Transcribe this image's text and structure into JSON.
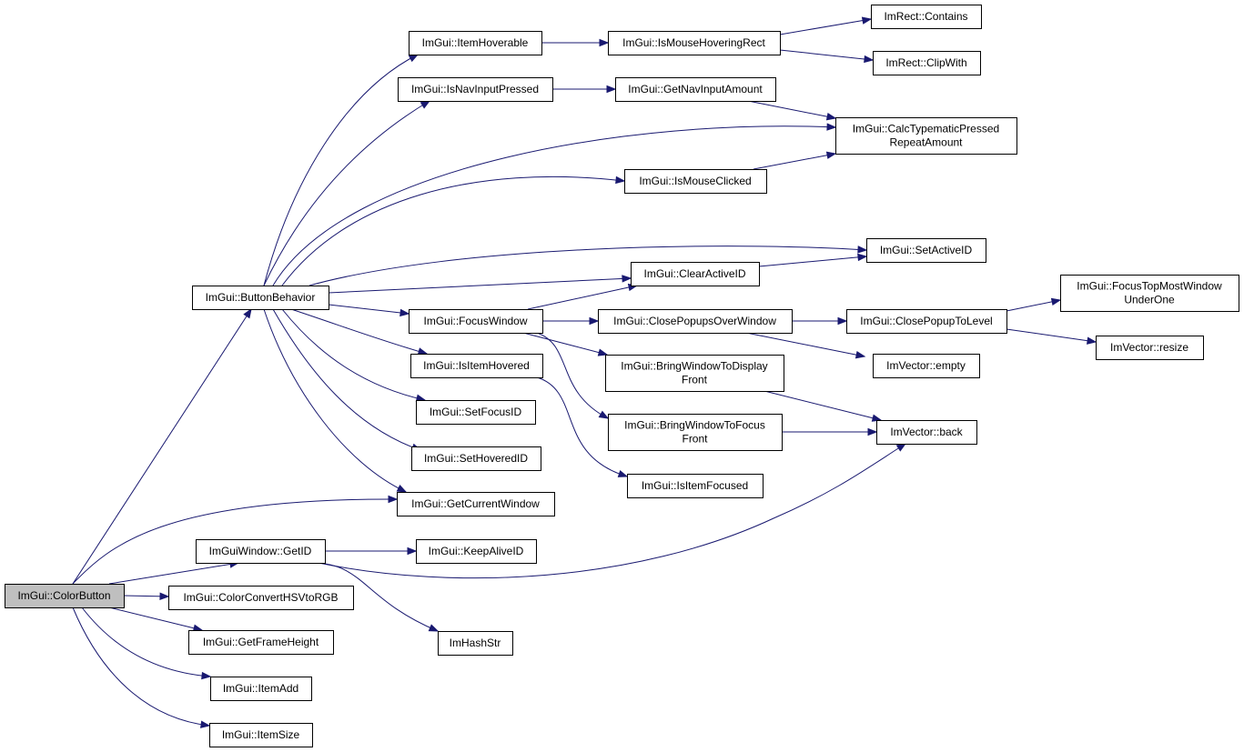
{
  "colors": {
    "edge": "#191970",
    "root_fill": "#bfbfbf",
    "node_fill": "#ffffff",
    "node_stroke": "#000000"
  },
  "nodes": {
    "colorbutton": [
      "ImGui::ColorButton"
    ],
    "buttonbehavior": [
      "ImGui::ButtonBehavior"
    ],
    "itemhoverable": [
      "ImGui::ItemHoverable"
    ],
    "ismousehoveringrect": [
      "ImGui::IsMouseHoveringRect"
    ],
    "imrect_contains": [
      "ImRect::Contains"
    ],
    "imrect_clipwith": [
      "ImRect::ClipWith"
    ],
    "isnavinputpressed": [
      "ImGui::IsNavInputPressed"
    ],
    "getnavinputamount": [
      "ImGui::GetNavInputAmount"
    ],
    "calctypematic": [
      "ImGui::CalcTypematicPressed",
      "RepeatAmount"
    ],
    "ismouseclicked": [
      "ImGui::IsMouseClicked"
    ],
    "setactiveid": [
      "ImGui::SetActiveID"
    ],
    "clearactiveid": [
      "ImGui::ClearActiveID"
    ],
    "focuswindow": [
      "ImGui::FocusWindow"
    ],
    "closepopupsoverwindow": [
      "ImGui::ClosePopupsOverWindow"
    ],
    "closepopuptolevel": [
      "ImGui::ClosePopupToLevel"
    ],
    "focustopmost": [
      "ImGui::FocusTopMostWindow",
      "UnderOne"
    ],
    "imvector_resize": [
      "ImVector::resize"
    ],
    "imvector_empty": [
      "ImVector::empty"
    ],
    "bringdisplayfront": [
      "ImGui::BringWindowToDisplay",
      "Front"
    ],
    "bringfocusfront": [
      "ImGui::BringWindowToFocus",
      "Front"
    ],
    "imvector_back": [
      "ImVector::back"
    ],
    "isitemhovered": [
      "ImGui::IsItemHovered"
    ],
    "isitemfocused": [
      "ImGui::IsItemFocused"
    ],
    "setfocusid": [
      "ImGui::SetFocusID"
    ],
    "sethoveredid": [
      "ImGui::SetHoveredID"
    ],
    "getcurrentwindow": [
      "ImGui::GetCurrentWindow"
    ],
    "imguiwindow_getid": [
      "ImGuiWindow::GetID"
    ],
    "keepaliveid": [
      "ImGui::KeepAliveID"
    ],
    "imhashstr": [
      "ImHashStr"
    ],
    "colorconvert": [
      "ImGui::ColorConvertHSVtoRGB"
    ],
    "getframeheight": [
      "ImGui::GetFrameHeight"
    ],
    "itemadd": [
      "ImGui::ItemAdd"
    ],
    "itemsize": [
      "ImGui::ItemSize"
    ]
  },
  "edges": [
    [
      "colorbutton",
      "buttonbehavior"
    ],
    [
      "colorbutton",
      "getcurrentwindow"
    ],
    [
      "colorbutton",
      "imguiwindow_getid"
    ],
    [
      "colorbutton",
      "colorconvert"
    ],
    [
      "colorbutton",
      "getframeheight"
    ],
    [
      "colorbutton",
      "itemadd"
    ],
    [
      "colorbutton",
      "itemsize"
    ],
    [
      "buttonbehavior",
      "itemhoverable"
    ],
    [
      "buttonbehavior",
      "isnavinputpressed"
    ],
    [
      "buttonbehavior",
      "calctypematic"
    ],
    [
      "buttonbehavior",
      "ismouseclicked"
    ],
    [
      "buttonbehavior",
      "setactiveid"
    ],
    [
      "buttonbehavior",
      "clearactiveid"
    ],
    [
      "buttonbehavior",
      "focuswindow"
    ],
    [
      "buttonbehavior",
      "isitemhovered"
    ],
    [
      "buttonbehavior",
      "setfocusid"
    ],
    [
      "buttonbehavior",
      "sethoveredid"
    ],
    [
      "buttonbehavior",
      "getcurrentwindow"
    ],
    [
      "itemhoverable",
      "ismousehoveringrect"
    ],
    [
      "ismousehoveringrect",
      "imrect_contains"
    ],
    [
      "ismousehoveringrect",
      "imrect_clipwith"
    ],
    [
      "isnavinputpressed",
      "getnavinputamount"
    ],
    [
      "getnavinputamount",
      "calctypematic"
    ],
    [
      "ismouseclicked",
      "calctypematic"
    ],
    [
      "clearactiveid",
      "setactiveid"
    ],
    [
      "focuswindow",
      "clearactiveid"
    ],
    [
      "focuswindow",
      "closepopupsoverwindow"
    ],
    [
      "focuswindow",
      "bringdisplayfront"
    ],
    [
      "focuswindow",
      "bringfocusfront"
    ],
    [
      "closepopupsoverwindow",
      "closepopuptolevel"
    ],
    [
      "closepopupsoverwindow",
      "imvector_empty"
    ],
    [
      "closepopuptolevel",
      "focustopmost"
    ],
    [
      "closepopuptolevel",
      "imvector_resize"
    ],
    [
      "bringdisplayfront",
      "imvector_back"
    ],
    [
      "bringfocusfront",
      "imvector_back"
    ],
    [
      "isitemhovered",
      "isitemfocused"
    ],
    [
      "imguiwindow_getid",
      "keepaliveid"
    ],
    [
      "imguiwindow_getid",
      "imhashstr"
    ],
    [
      "imguiwindow_getid",
      "imvector_back"
    ]
  ]
}
